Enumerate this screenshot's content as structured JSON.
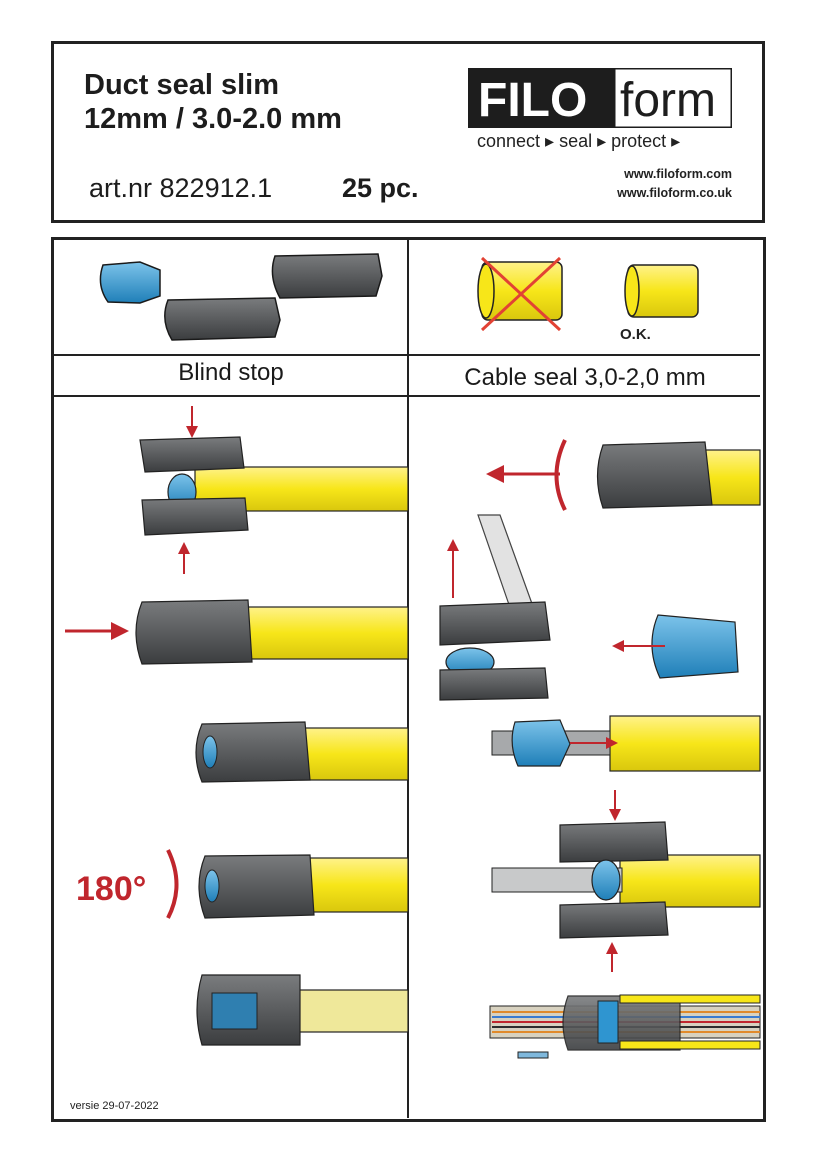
{
  "header": {
    "title_line1": "Duct seal slim",
    "title_line2": "12mm / 3.0-2.0 mm",
    "art_nr": "art.nr 822912.1",
    "quantity": "25 pc.",
    "logo": {
      "left": "FILO",
      "right": "form"
    },
    "tagline": "connect ▸ seal ▸ protect ▸",
    "urls": [
      "www.filoform.com",
      "www.filoform.co.uk"
    ]
  },
  "panels": {
    "left_caption": "Blind stop",
    "right_caption": "Cable seal 3,0-2,0 mm",
    "ok_label": "O.K.",
    "rotation_label": "180°"
  },
  "footer": {
    "version": "versie 29-07-2022"
  },
  "colors": {
    "yellow": "#f7e619",
    "blue": "#2f95d0",
    "grey": "#555759",
    "red": "#c0262d"
  }
}
